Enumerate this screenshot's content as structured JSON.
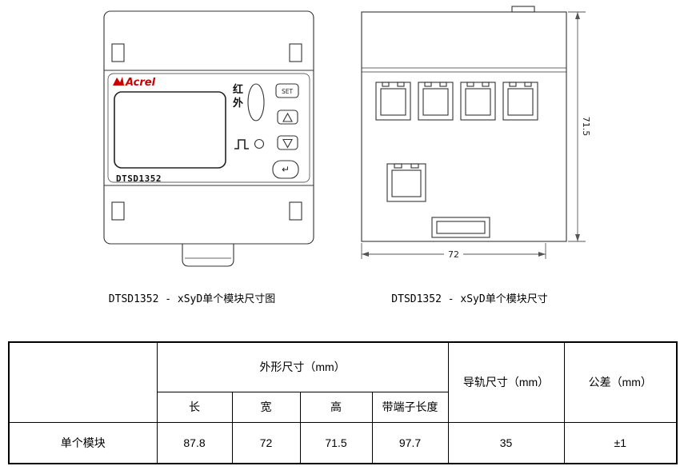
{
  "device": {
    "brand": "Acrel",
    "model": "DTSD1352",
    "infrared_label": "红外",
    "buttons": {
      "set": "SET",
      "up_icon": "triangle-up-icon",
      "down_icon": "triangle-down-icon",
      "enter_symbol": "↵"
    }
  },
  "dimensions": {
    "height_label": "71.5",
    "width_label": "72"
  },
  "captions": {
    "front": "DTSD1352 - xSyD单个模块尺寸图",
    "side": "DTSD1352 - xSyD单个模块尺寸"
  },
  "table": {
    "col_groups": {
      "shape_size": "外形尺寸（mm）",
      "rail_size": "导轨尺寸（mm）",
      "tolerance": "公差（mm）"
    },
    "sub_headers": [
      "长",
      "宽",
      "高",
      "带端子长度"
    ],
    "rows": [
      {
        "label": "单个模块",
        "values": [
          "87.8",
          "72",
          "71.5",
          "97.7",
          "35",
          "±1"
        ]
      }
    ]
  }
}
